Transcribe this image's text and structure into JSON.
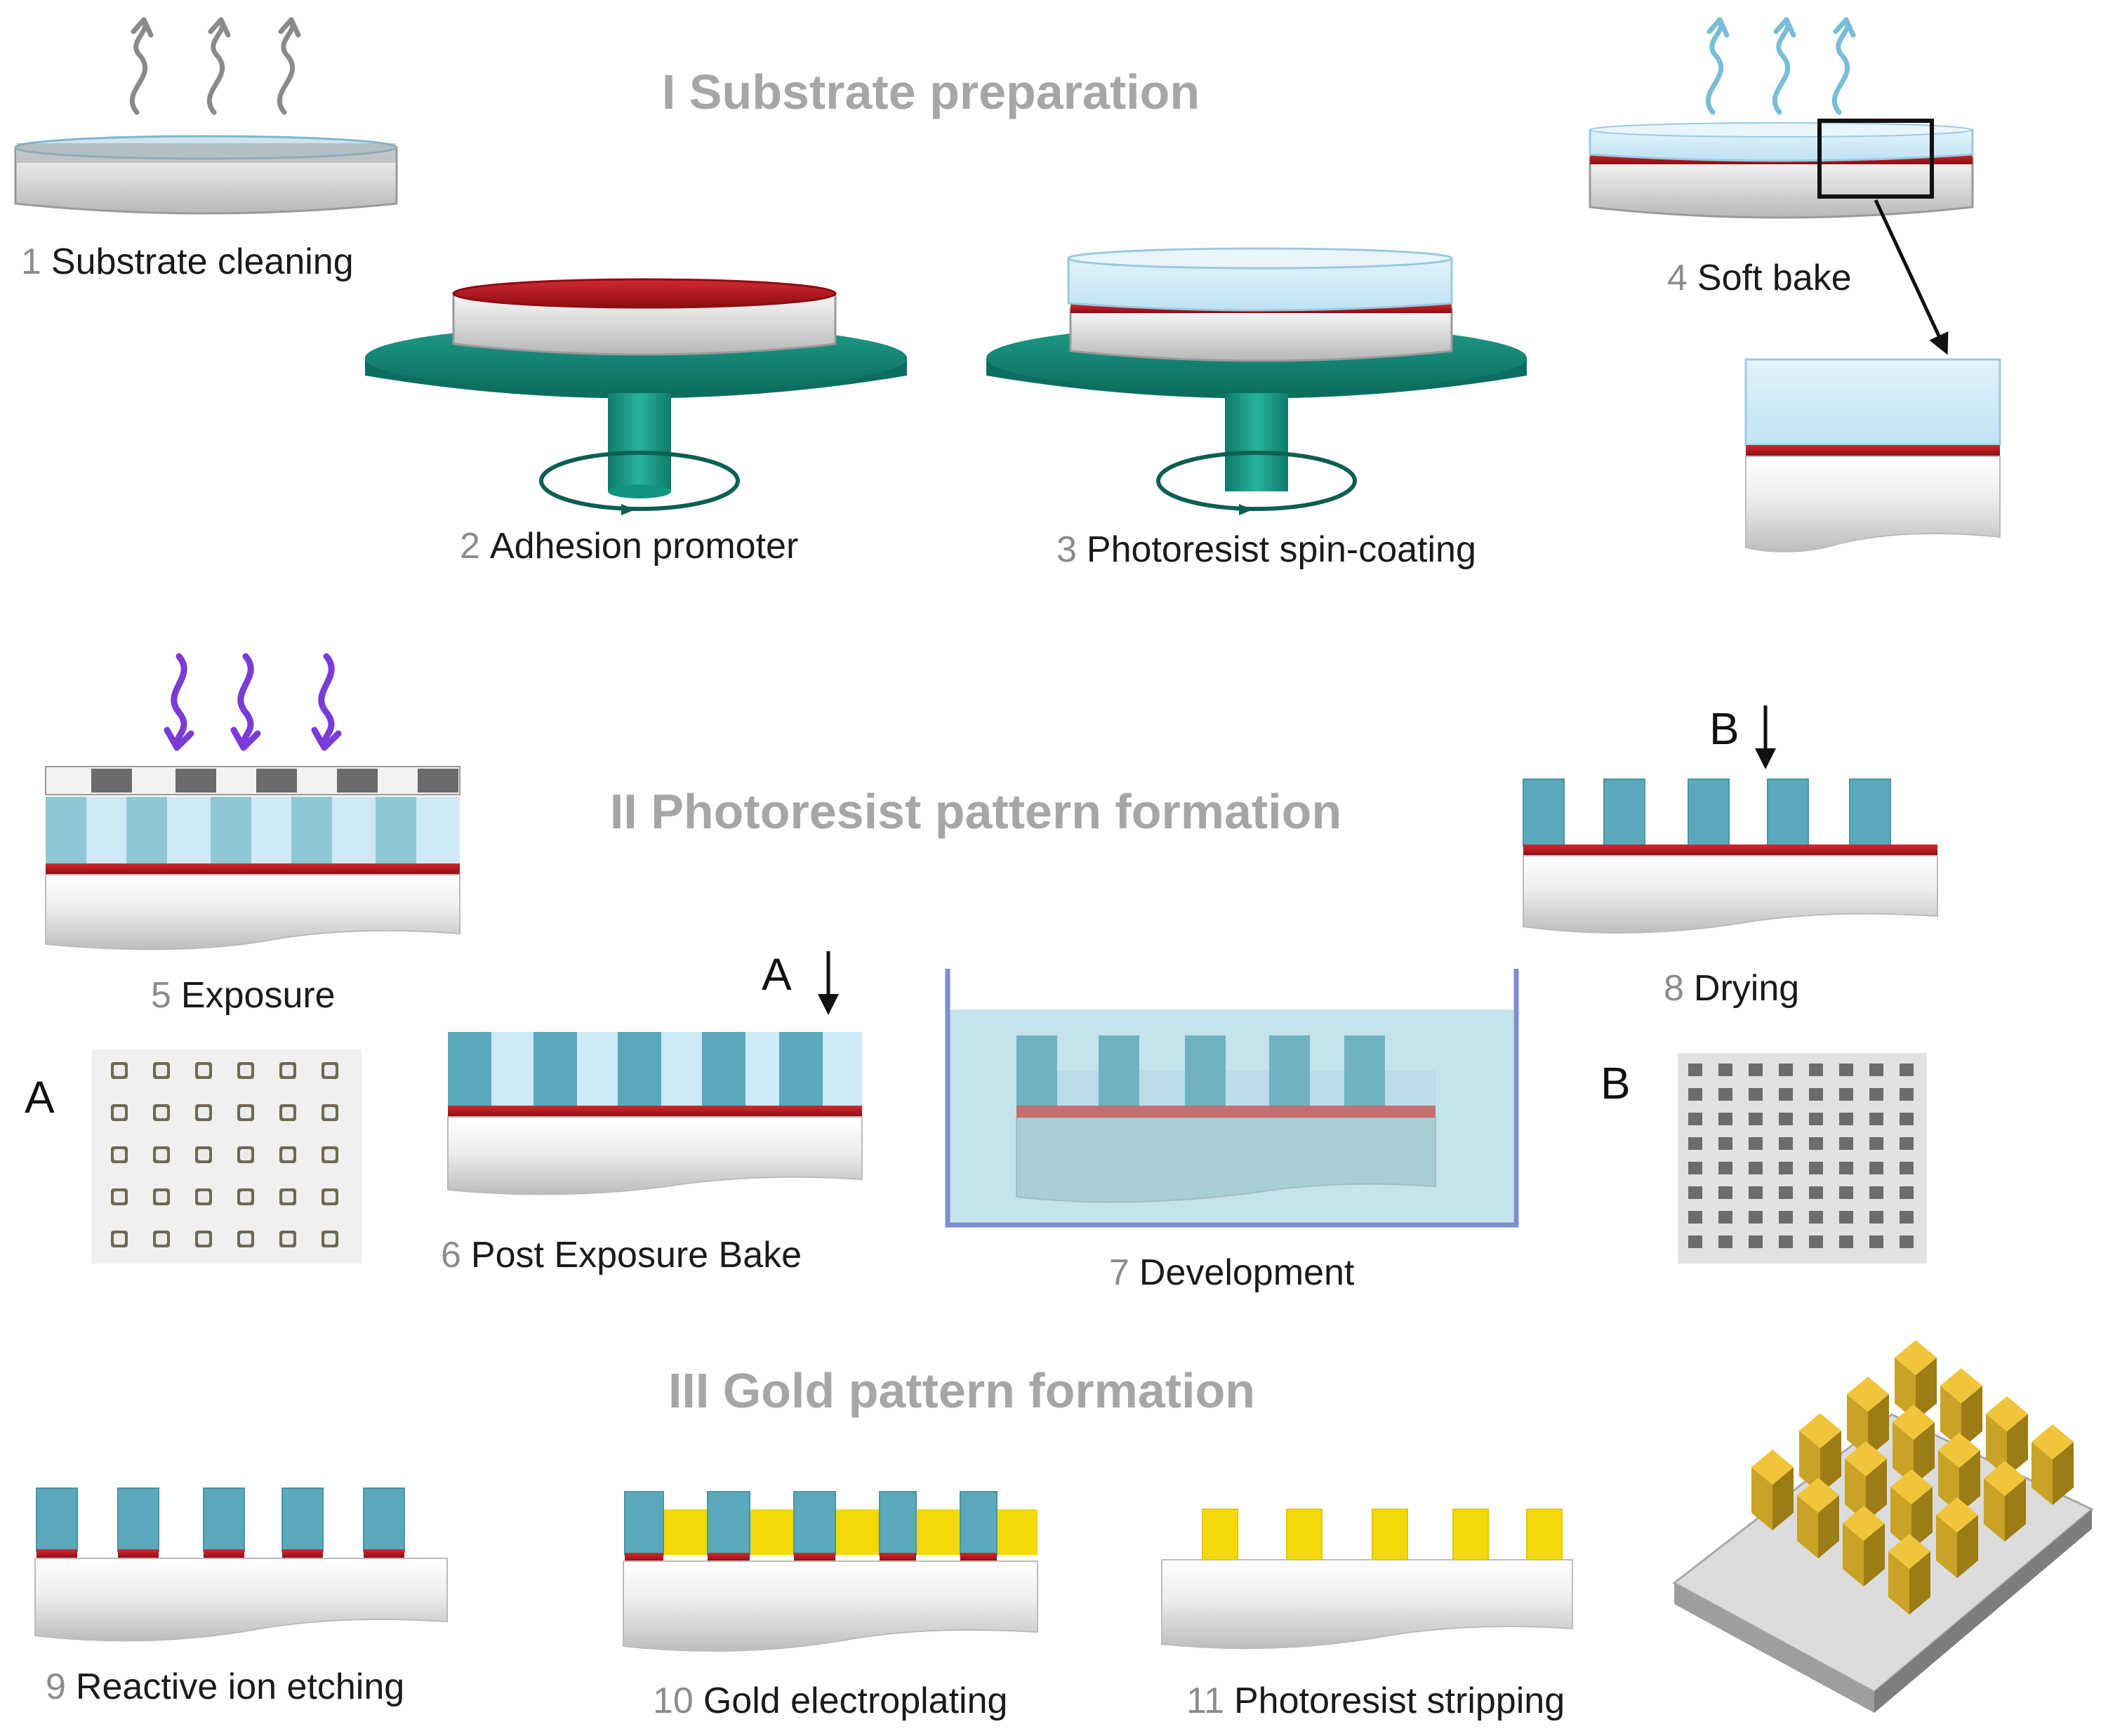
{
  "sections": [
    {
      "id": "I",
      "title": "I Substrate preparation"
    },
    {
      "id": "II",
      "title": "II Photoresist pattern formation"
    },
    {
      "id": "III",
      "title": "III Gold pattern formation"
    }
  ],
  "steps": [
    {
      "num": "1",
      "label": "Substrate cleaning"
    },
    {
      "num": "2",
      "label": "Adhesion promoter"
    },
    {
      "num": "3",
      "label": "Photoresist spin-coating"
    },
    {
      "num": "4",
      "label": "Soft bake"
    },
    {
      "num": "5",
      "label": "Exposure"
    },
    {
      "num": "6",
      "label": "Post Exposure Bake"
    },
    {
      "num": "7",
      "label": "Development"
    },
    {
      "num": "8",
      "label": "Drying"
    },
    {
      "num": "9",
      "label": "Reactive ion etching"
    },
    {
      "num": "10",
      "label": "Gold electroplating"
    },
    {
      "num": "11",
      "label": "Photoresist stripping"
    }
  ],
  "markers": {
    "a": "A",
    "b": "B"
  },
  "colors": {
    "title_gray": "#a6a6a6",
    "number_gray": "#8c8c8c",
    "adhesion_red": "#b3121a",
    "photoresist_light": "#cfe9f7",
    "photoresist_dark": "#5aa9bd",
    "spin_teal": "#138a78",
    "gold": "#f4d90a",
    "gold_3d": "#c9a326",
    "uv_purple": "#7a3bd6",
    "vapor_blue": "#79bdd6"
  }
}
